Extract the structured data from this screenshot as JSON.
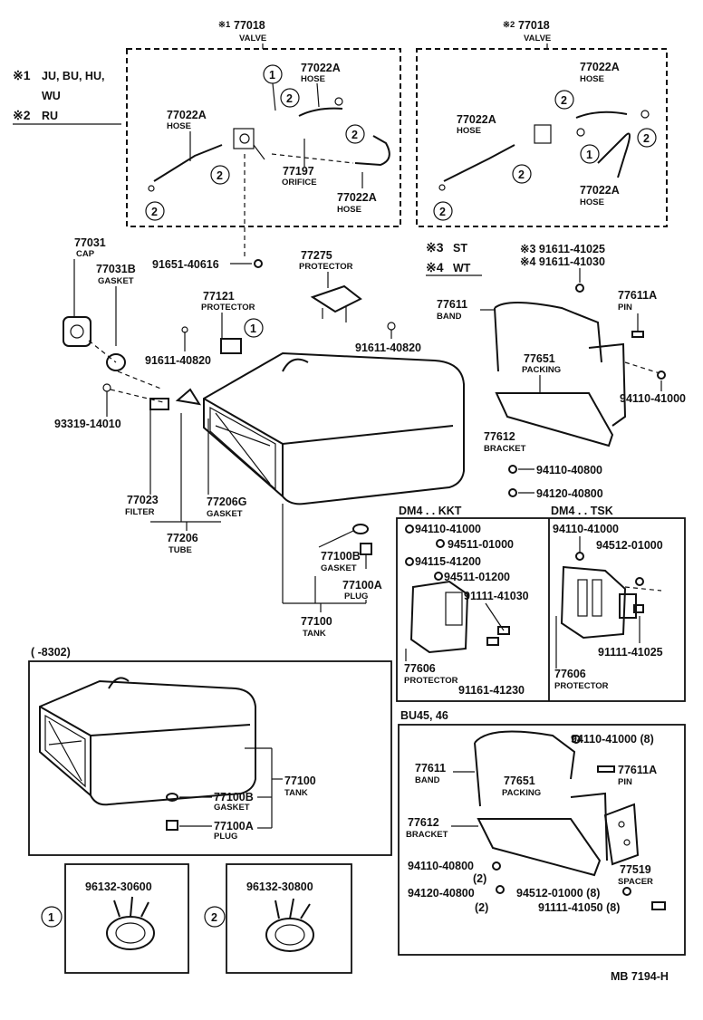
{
  "legend": {
    "n1_mark": "※1",
    "n1_text": "JU, BU, HU,",
    "n1_text2": "WU",
    "n2_mark": "※2",
    "n2_text": "RU",
    "n3_mark": "※3",
    "n3_text": "ST",
    "n4_mark": "※4",
    "n4_text": "WT"
  },
  "valve1": {
    "mark": "※1",
    "number": "77018",
    "name": "VALVE"
  },
  "valve2": {
    "mark": "※2",
    "number": "77018",
    "name": "VALVE"
  },
  "labels": {
    "hose": "HOSE",
    "p77022A": "77022A",
    "p77197": "77197",
    "orifice": "ORIFICE",
    "p77031": "77031",
    "cap": "CAP",
    "p77031B": "77031B",
    "gasket": "GASKET",
    "p91651": "91651-40616",
    "p77275": "77275",
    "protector": "PROTECTOR",
    "p77121": "77121",
    "p91611_40820": "91611-40820",
    "p93319": "93319-14010",
    "p77023": "77023",
    "filter": "FILTER",
    "p77206G": "77206G",
    "p77206": "77206",
    "tube": "TUBE",
    "p77100B": "77100B",
    "p77100A": "77100A",
    "plug": "PLUG",
    "p77100": "77100",
    "tank": "TANK",
    "p91611_41025": "※3 91611-41025",
    "p91611_41030": "※4 91611-41030",
    "p77611": "77611",
    "band": "BAND",
    "p77611A": "77611A",
    "pin": "PIN",
    "p77651": "77651",
    "packing": "PACKING",
    "p94110_41000": "94110-41000",
    "p77612": "77612",
    "bracket": "BRACKET",
    "p94110_40800": "94110-40800",
    "p94120_40800": "94120-40800",
    "kkt": "DM4 . . KKT",
    "tsk": "DM4 . . TSK",
    "p94511_01000": "94511-01000",
    "p94115_41200": "94115-41200",
    "p94511_01200": "94511-01200",
    "p91111_41030": "91111-41030",
    "p77606": "77606",
    "p91161_41230": "91161-41230",
    "p94512_01000": "94512-01000",
    "p91111_41025": "91111-41025",
    "early": "(          -8302)",
    "bu45": "BU45, 46",
    "p94110_41000_8": "94110-41000 (8)",
    "p94110_40800_2": "94110-40800",
    "qty2": "(2)",
    "p94120_40800_2": "94120-40800",
    "p94512_01000_8": "94512-01000 (8)",
    "p77519": "77519",
    "spacer": "SPACER",
    "p91111_41050": "91111-41050 (8)",
    "clamp1": "96132-30600",
    "clamp2": "96132-30800",
    "c1": "1",
    "c2": "2",
    "code": "MB 7194-H"
  }
}
